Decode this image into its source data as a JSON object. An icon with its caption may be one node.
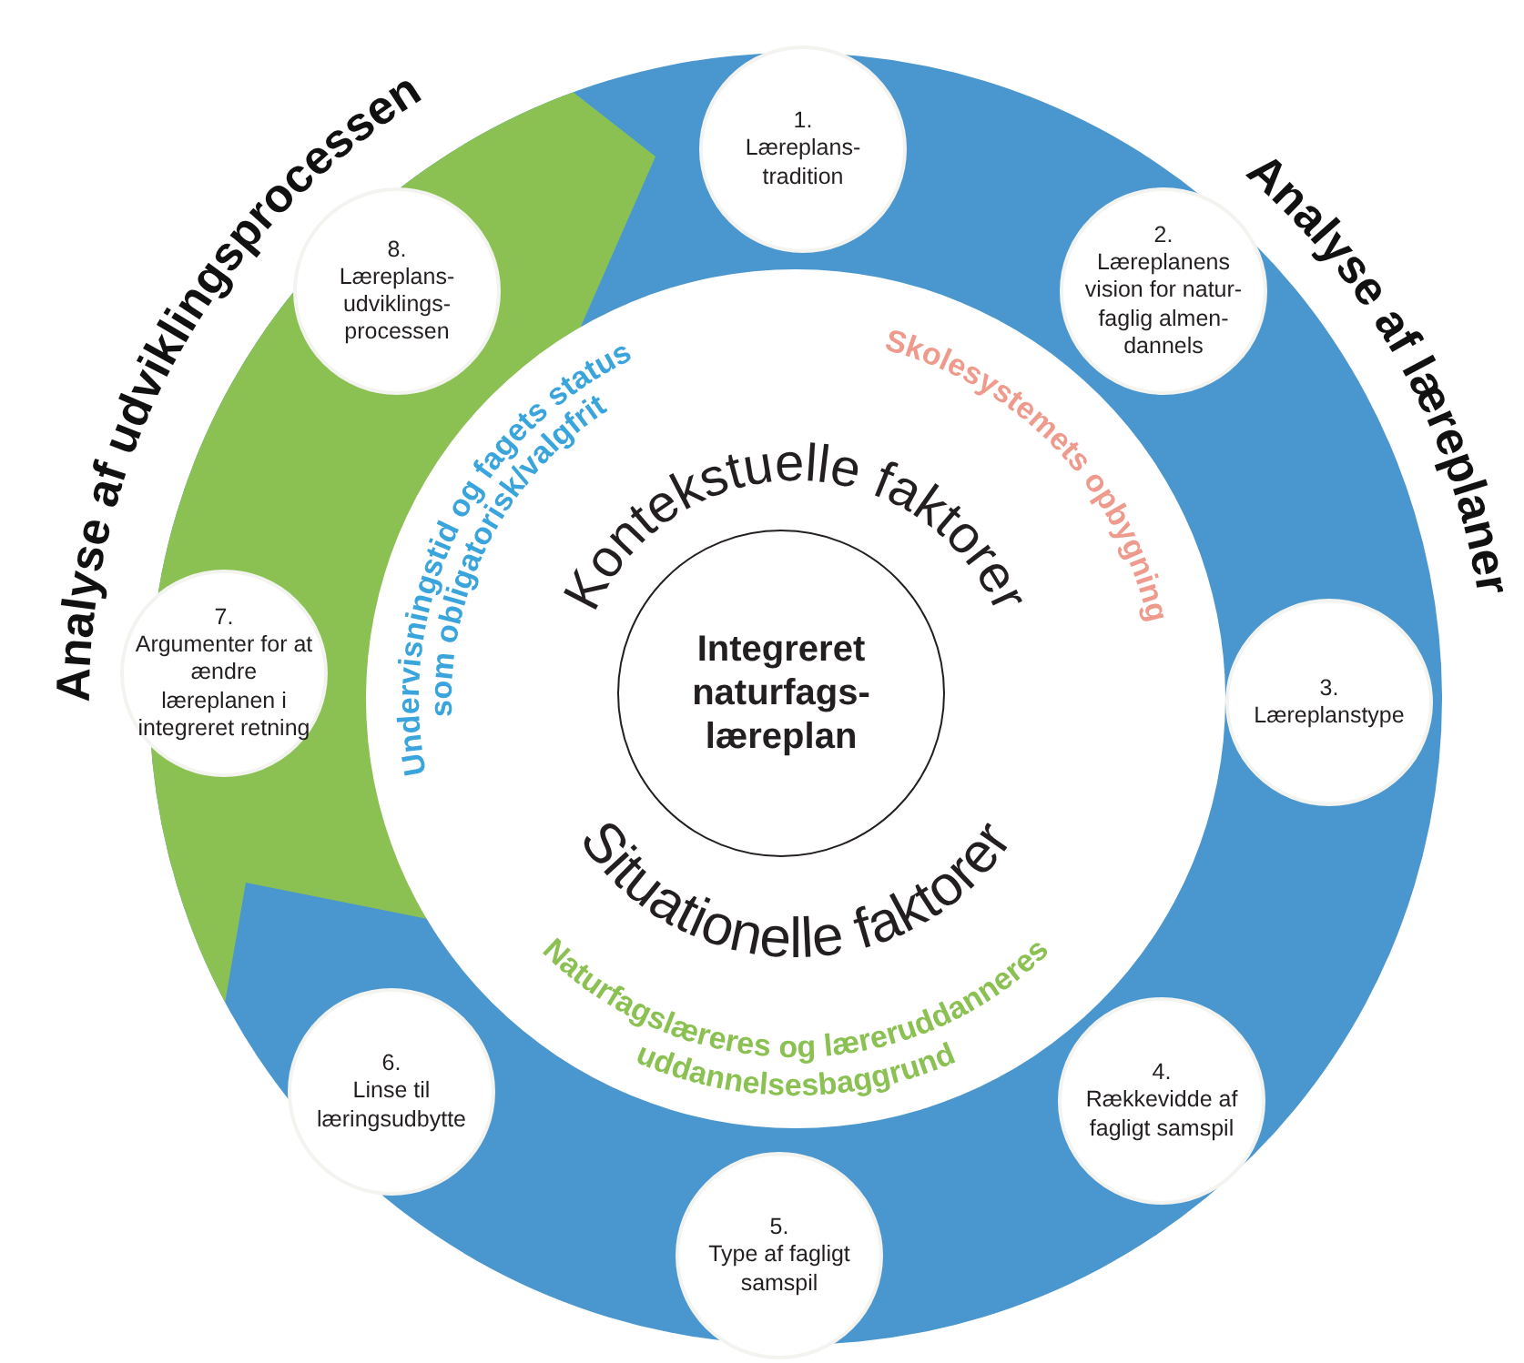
{
  "diagram": {
    "nodes": [
      {
        "text": [
          "Undervisningstid og fagets status",
          "som obligatorisk/valgfrit",
          "Skolesystemets opbygning",
          "Kontekstuelle faktorer",
          "Situationelle faktorer",
          "Naturfagslæreres og læreruddanneres",
          "uddannelsesbaggrund"
        ]
      },
      {
        "text": [
          "Integreret naturfags- læreplan"
        ],
        "in": 0
      },
      {
        "text": [
          "1.",
          "Læreplans- tradition"
        ]
      },
      {
        "text": [
          "2.",
          "Læreplanens vision for natur- faglig almen- dannels"
        ]
      },
      {
        "text": [
          "3.",
          "Læreplanstype"
        ]
      },
      {
        "text": [
          "4.",
          "Rækkevidde af fagligt samspil"
        ]
      },
      {
        "text": [
          "5.",
          "Type af fagligt samspil"
        ]
      },
      {
        "text": [
          "6.",
          "Linse til læringsudbytte"
        ]
      },
      {
        "text": [
          "7.",
          "Argumenter for at ændre læreplanen i integreret retning"
        ]
      },
      {
        "text": [
          "8.",
          "Læreplans- udviklings- processen"
        ]
      }
    ],
    "edges": [],
    "labels": [
      "Analyse af udviklingsprocessen",
      "Analyse af læreplaner"
    ]
  }
}
